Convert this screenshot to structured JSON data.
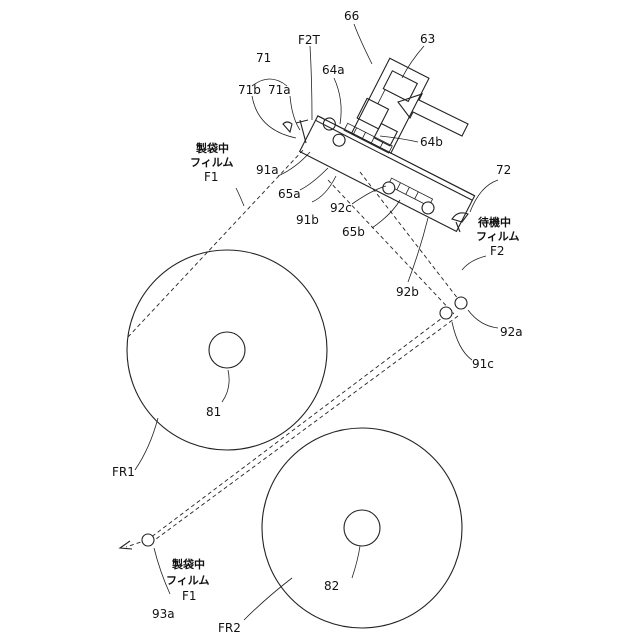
{
  "labels": {
    "n66": "66",
    "n63": "63",
    "f2t": "F2T",
    "n71": "71",
    "n71b": "71b",
    "n71a": "71a",
    "n64a": "64a",
    "n64b": "64b",
    "n91a": "91a",
    "n65a": "65a",
    "n91b": "91b",
    "n92c": "92c",
    "n65b": "65b",
    "n72": "72",
    "n92b": "92b",
    "n92a": "92a",
    "n91c": "91c",
    "n81": "81",
    "n82": "82",
    "fr1": "FR1",
    "fr2": "FR2",
    "n93a": "93a",
    "f1_top": "F1",
    "f1_bottom": "F1",
    "f2": "F2"
  },
  "film_labels": {
    "bagmaking_top_line1": "製袋中",
    "bagmaking_top_line2": "フィルム",
    "standby_line1": "待機中",
    "standby_line2": "フィルム",
    "bagmaking_bottom_line1": "製袋中",
    "bagmaking_bottom_line2": "フィルム"
  },
  "colors": {
    "ink": "#222222",
    "paper": "#ffffff"
  }
}
